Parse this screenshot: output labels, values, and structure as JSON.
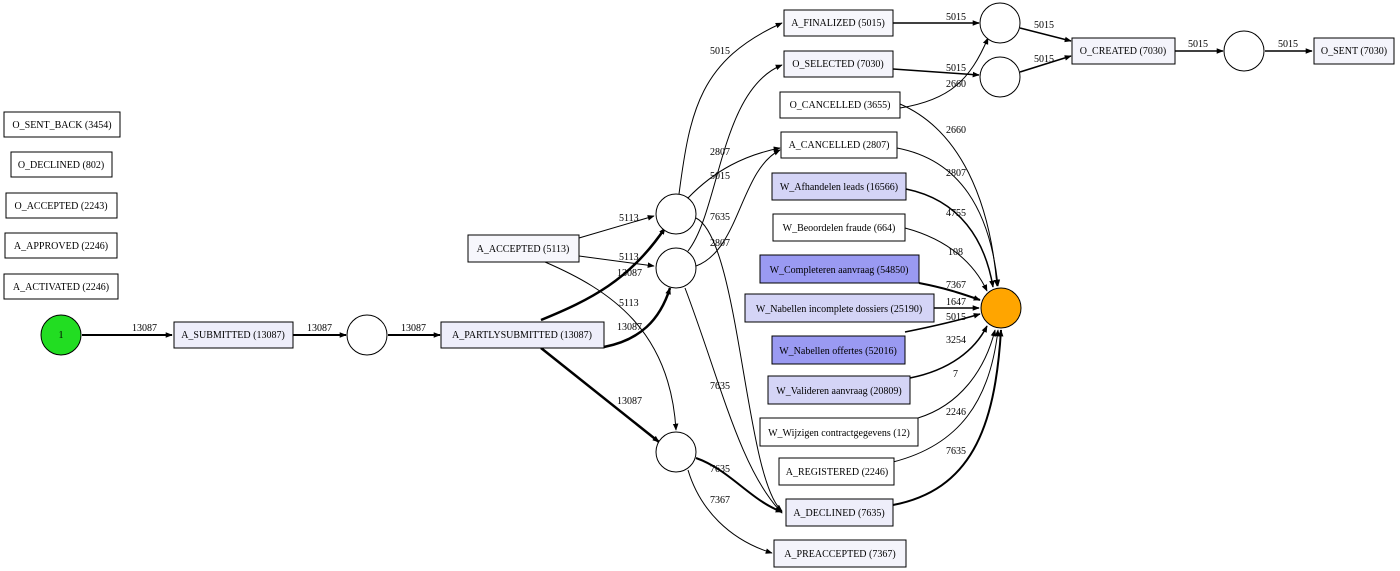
{
  "colors": {
    "start_place": "#22dd22",
    "end_place": "#ffa500",
    "dark_activity": "#9a9af2",
    "medium_activity": "#d4d4f6",
    "light_activity": "#eeeefa",
    "white_activity": "#ffffff"
  },
  "places": {
    "start": {
      "label": "1"
    }
  },
  "activities": {
    "o_sent_back": "O_SENT_BACK (3454)",
    "o_declined": "O_DECLINED (802)",
    "o_accepted": "O_ACCEPTED (2243)",
    "a_approved": "A_APPROVED (2246)",
    "a_activated": "A_ACTIVATED (2246)",
    "a_submitted": "A_SUBMITTED (13087)",
    "a_partlysubmitted": "A_PARTLYSUBMITTED (13087)",
    "a_accepted": "A_ACCEPTED (5113)",
    "a_finalized": "A_FINALIZED (5015)",
    "o_selected": "O_SELECTED (7030)",
    "o_cancelled": "O_CANCELLED (3655)",
    "a_cancelled": "A_CANCELLED (2807)",
    "w_afhandelen": "W_Afhandelen leads (16566)",
    "w_beoordelen": "W_Beoordelen fraude (664)",
    "w_completeren": "W_Completeren aanvraag (54850)",
    "w_nabellen_incomplete": "W_Nabellen incomplete dossiers (25190)",
    "w_nabellen_offertes": "W_Nabellen offertes (52016)",
    "w_valideren": "W_Valideren aanvraag (20809)",
    "w_wijzigen": "W_Wijzigen contractgegevens (12)",
    "a_registered": "A_REGISTERED (2246)",
    "a_declined": "A_DECLINED (7635)",
    "a_preaccepted": "A_PREACCEPTED (7367)",
    "o_created": "O_CREATED (7030)",
    "o_sent": "O_SENT (7030)"
  },
  "edge_labels": {
    "start_submitted": "13087",
    "submitted_p1": "13087",
    "p1_partly": "13087",
    "partly_pa": "13087",
    "partly_pb": "13087",
    "partly_pc": "13087",
    "accepted_pa": "5113",
    "accepted_pb": "5113",
    "accepted_pc": "5113",
    "pa_finalized": "5015",
    "pa_cancelled": "2807",
    "pa_declined": "7635",
    "pb_selected": "5015",
    "pb_cancelled": "2807",
    "pb_declined": "7635",
    "pc_declined": "7635",
    "pc_preaccepted": "7367",
    "finalized_pd": "5015",
    "selected_pe": "5015",
    "ocancelled_pe": "2660",
    "pd_created": "5015",
    "pe_created": "5015",
    "created_pf": "5015",
    "pf_sent": "5015",
    "ocancelled_end": "2660",
    "acancelled_end": "2807",
    "afhandelen_end": "4755",
    "beoordelen_end": "108",
    "completeren_end": "7367",
    "nabellen_incomplete_end": "1647",
    "nabellen_offertes_end": "5015",
    "valideren_end": "3254",
    "wijzigen_end": "7",
    "registered_end": "2246",
    "declined_end": "7635"
  }
}
